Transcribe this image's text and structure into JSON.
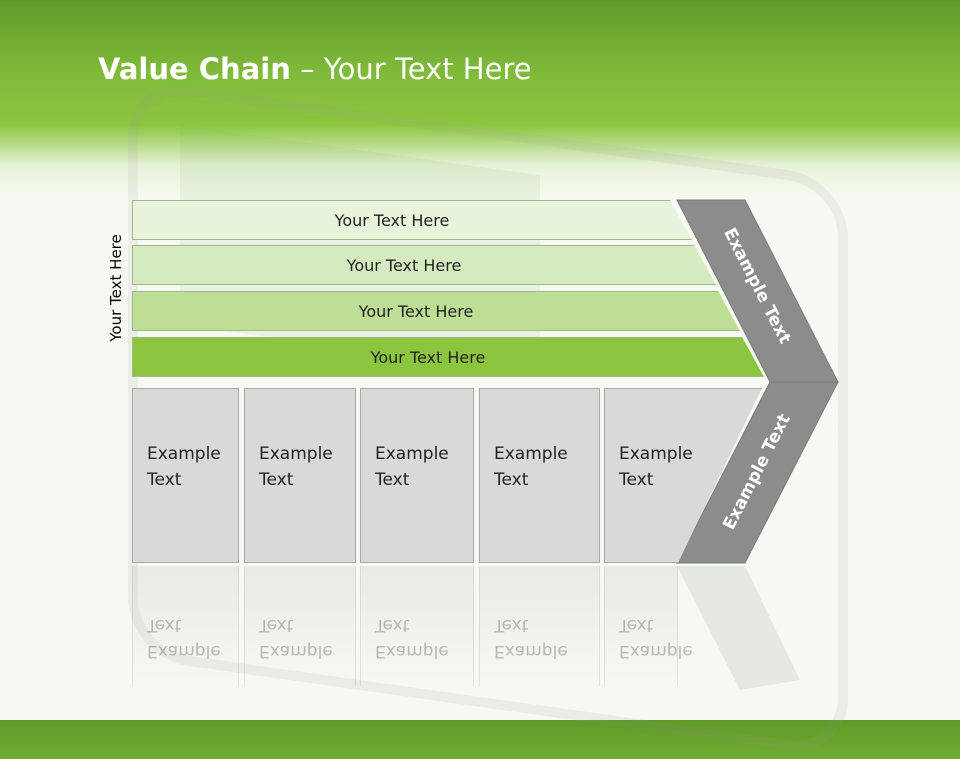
{
  "title": {
    "bold": "Value Chain",
    "rest": " – Your Text Here"
  },
  "side_label": "Your Text Here",
  "bars": [
    {
      "label": "Your Text Here",
      "color": "#e8f3dc"
    },
    {
      "label": "Your Text Here",
      "color": "#d5eac0"
    },
    {
      "label": "Your Text Here",
      "color": "#bedd95"
    },
    {
      "label": "Your Text Here",
      "color": "#8cc63f"
    }
  ],
  "activities": [
    {
      "line1": "Example",
      "line2": "Text"
    },
    {
      "line1": "Example",
      "line2": "Text"
    },
    {
      "line1": "Example",
      "line2": "Text"
    },
    {
      "line1": "Example",
      "line2": "Text"
    },
    {
      "line1": "Example",
      "line2": "Text"
    }
  ],
  "margin": {
    "upper": "Example Text",
    "lower": "Example Text"
  },
  "colors": {
    "header": "#7fb93a",
    "arrow": "#8c8c8c",
    "box": "#d9d9d9"
  }
}
